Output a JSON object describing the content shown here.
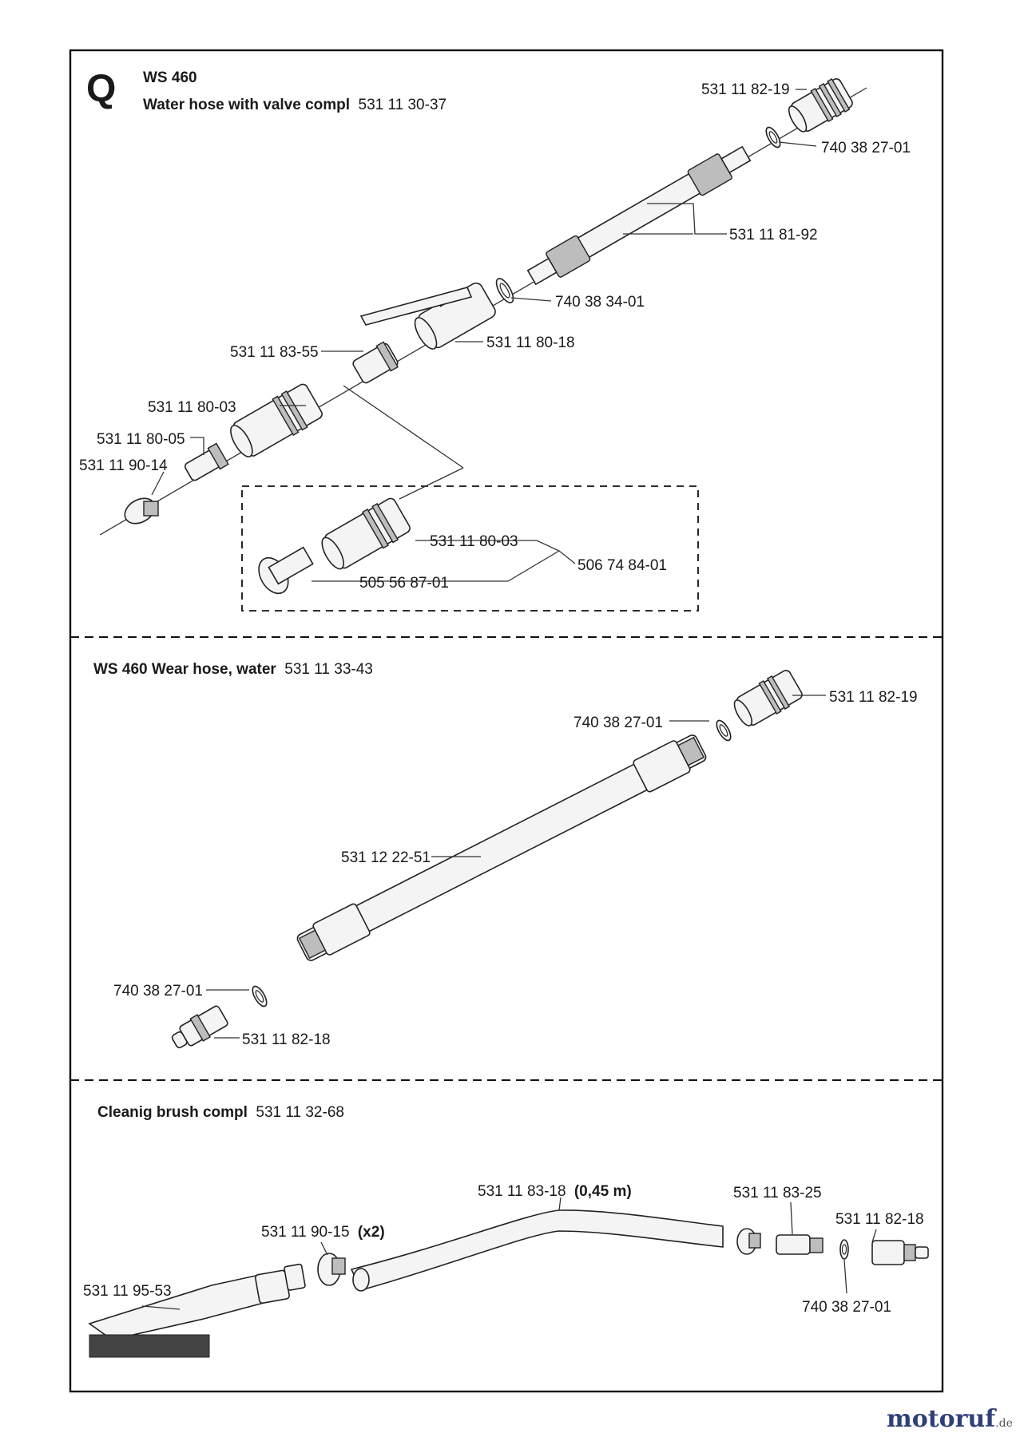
{
  "sections": [
    {
      "letter": "Q",
      "model": "WS 460",
      "title_bold": "Water hose with valve compl",
      "title_part": "531 11 30-37",
      "parts": {
        "p1": "531 11 82-19",
        "p2": "740 38 27-01",
        "p3": "531 11 81-92",
        "p4": "740 38 34-01",
        "p5": "531 11 80-18",
        "p6": "531 11 83-55",
        "p7": "531 11 80-03",
        "p8": "531 11 80-05",
        "p9": "531 11 90-14",
        "p10": "531 11 80-03",
        "p11": "506 74 84-01",
        "p12": "505 56 87-01"
      }
    },
    {
      "title_bold": "WS 460 Wear hose, water",
      "title_part": "531 11 33-43",
      "parts": {
        "p1": "531 11 82-19",
        "p2": "740 38 27-01",
        "p3": "531 12 22-51",
        "p4": "740 38 27-01",
        "p5": "531 11 82-18"
      }
    },
    {
      "title_bold": "Cleanig brush compl",
      "title_part": "531 11 32-68",
      "parts": {
        "p1": "531 11 83-18",
        "p1_note": "(0,45 m)",
        "p2": "531 11 83-25",
        "p3": "531 11 82-18",
        "p4": "531 11 90-15",
        "p4_note": "(x2)",
        "p5": "531 11 95-53",
        "p6": "740 38 27-01"
      }
    }
  ],
  "watermark": {
    "brand": "motoruf",
    "suffix": ".de"
  }
}
